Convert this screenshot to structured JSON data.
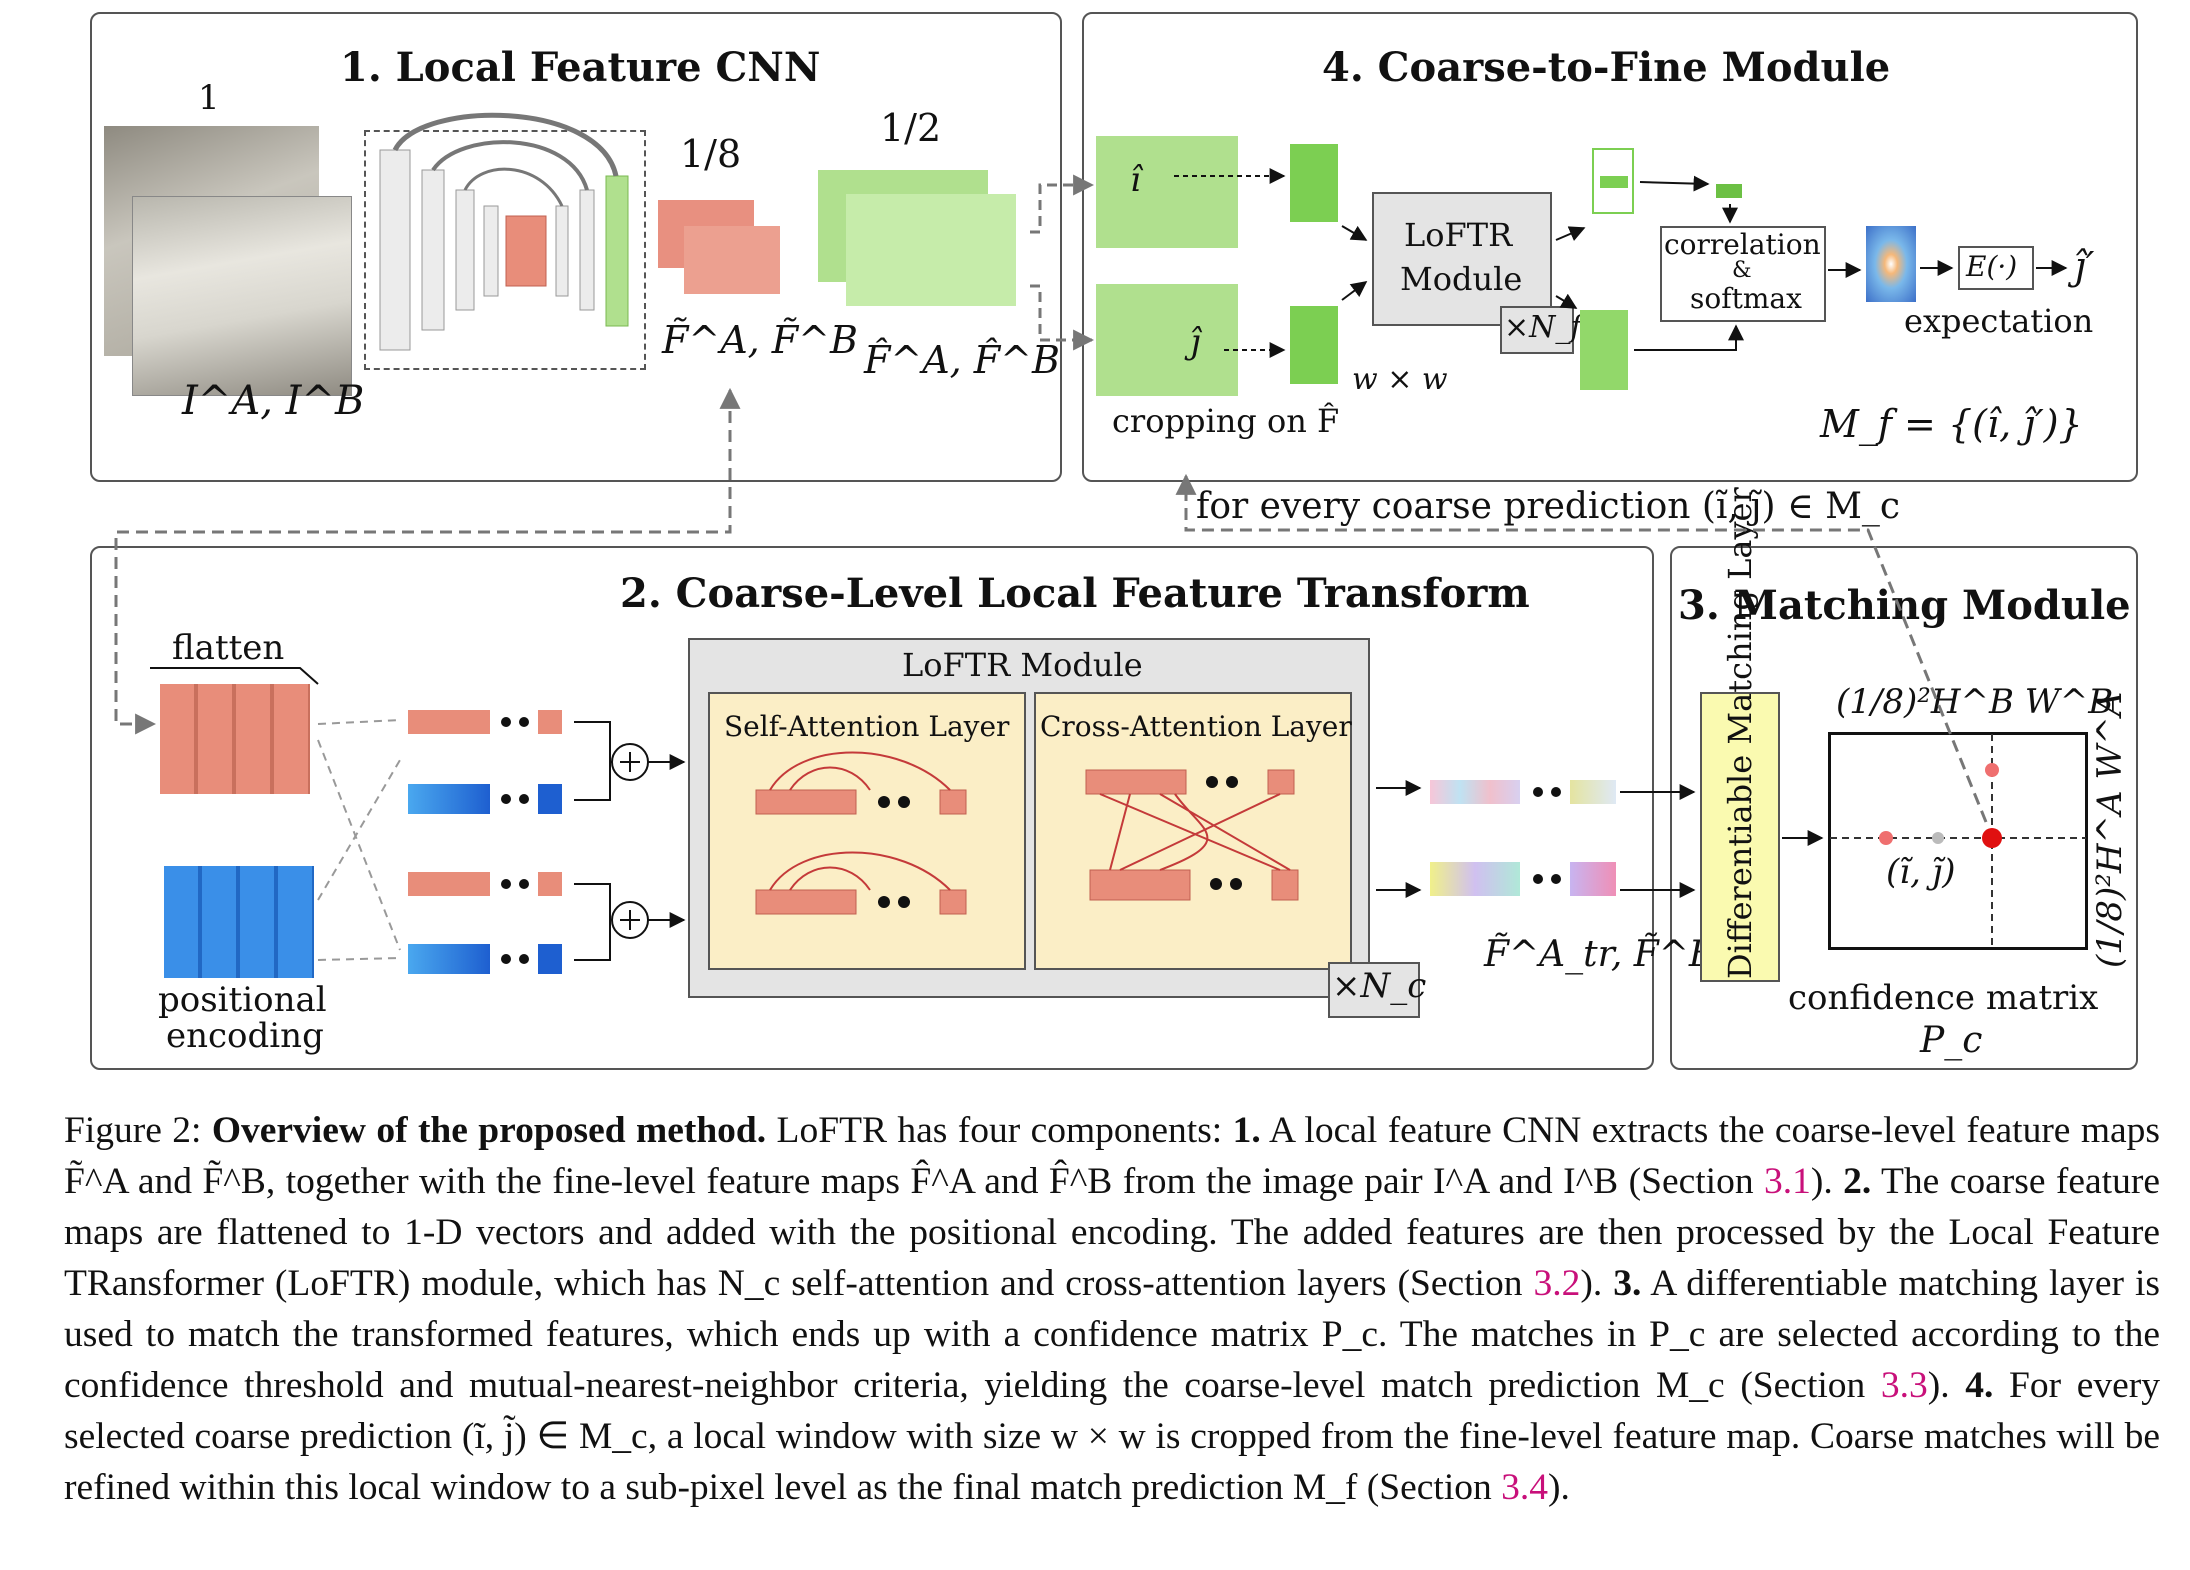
{
  "figure": {
    "panel1": {
      "title": "1.  Local Feature CNN",
      "scale_full": "1",
      "scale_eighth": "1/8",
      "scale_half": "1/2",
      "label_images": "I^A, I^B",
      "label_coarse": "F̃^A, F̃^B",
      "label_fine": "F̂^A, F̂^B"
    },
    "panel2": {
      "title": "2.  Coarse-Level Local Feature Transform",
      "flatten": "flatten",
      "pos_enc_1": "positional",
      "pos_enc_2": "encoding",
      "loftr_module": "LoFTR Module",
      "self_attention": "Self-Attention Layer",
      "cross_attention": "Cross-Attention Layer",
      "times_nc": "×N_c",
      "label_tr": "F̃^A_tr, F̃^B_tr"
    },
    "panel3": {
      "title": "3.  Matching Module",
      "diff_layer": "Differentiable Matching Layer",
      "axis_top": "(1/8)²H^B W^B",
      "axis_right": "(1/8)²H^A W^A",
      "point_label": "(ĩ, j̃)",
      "conf_matrix": "confidence matrix",
      "pc": "P_c"
    },
    "panel4": {
      "title": "4.  Coarse-to-Fine Module",
      "i_hat": "î",
      "j_hat": "ĵ",
      "loftr_1": "LoFTR",
      "loftr_2": "Module",
      "times_nf": "×N_f",
      "wxw": "w × w",
      "cropping": "cropping on F̂",
      "corr_1": "correlation",
      "corr_amp": "&",
      "corr_2": "softmax",
      "expect_fn": "E(·)",
      "j_prime": "ĵ′",
      "expectation": "expectation",
      "mf": "M_f = {(î, ĵ′)}"
    },
    "loop_label": "for every coarse prediction (ĩ, j̃) ∈ M_c"
  },
  "caption": {
    "prefix": "Figure 2: ",
    "bold_title": "Overview of the proposed method.",
    "text": " LoFTR has four components: 1. A local feature CNN extracts the coarse-level feature maps F̃^A and F̃^B, together with the fine-level feature maps F̂^A and F̂^B from the image pair I^A and I^B (Section 3.1). 2. The coarse feature maps are flattened to 1-D vectors and added with the positional encoding. The added features are then processed by the Local Feature TRansformer (LoFTR) module, which has N_c self-attention and cross-attention layers (Section 3.2). 3. A differentiable matching layer is used to match the transformed features, which ends up with a confidence matrix P_c. The matches in P_c are selected according to the confidence threshold and mutual-nearest-neighbor criteria, yielding the coarse-level match prediction M_c (Section 3.3). 4. For every selected coarse prediction (ĩ, j̃) ∈ M_c, a local window with size w × w is cropped from the fine-level feature map. Coarse matches will be refined within this local window to a sub-pixel level as the final match prediction M_f (Section 3.4).",
    "refs": [
      "3.1",
      "3.2",
      "3.3",
      "3.4"
    ]
  }
}
